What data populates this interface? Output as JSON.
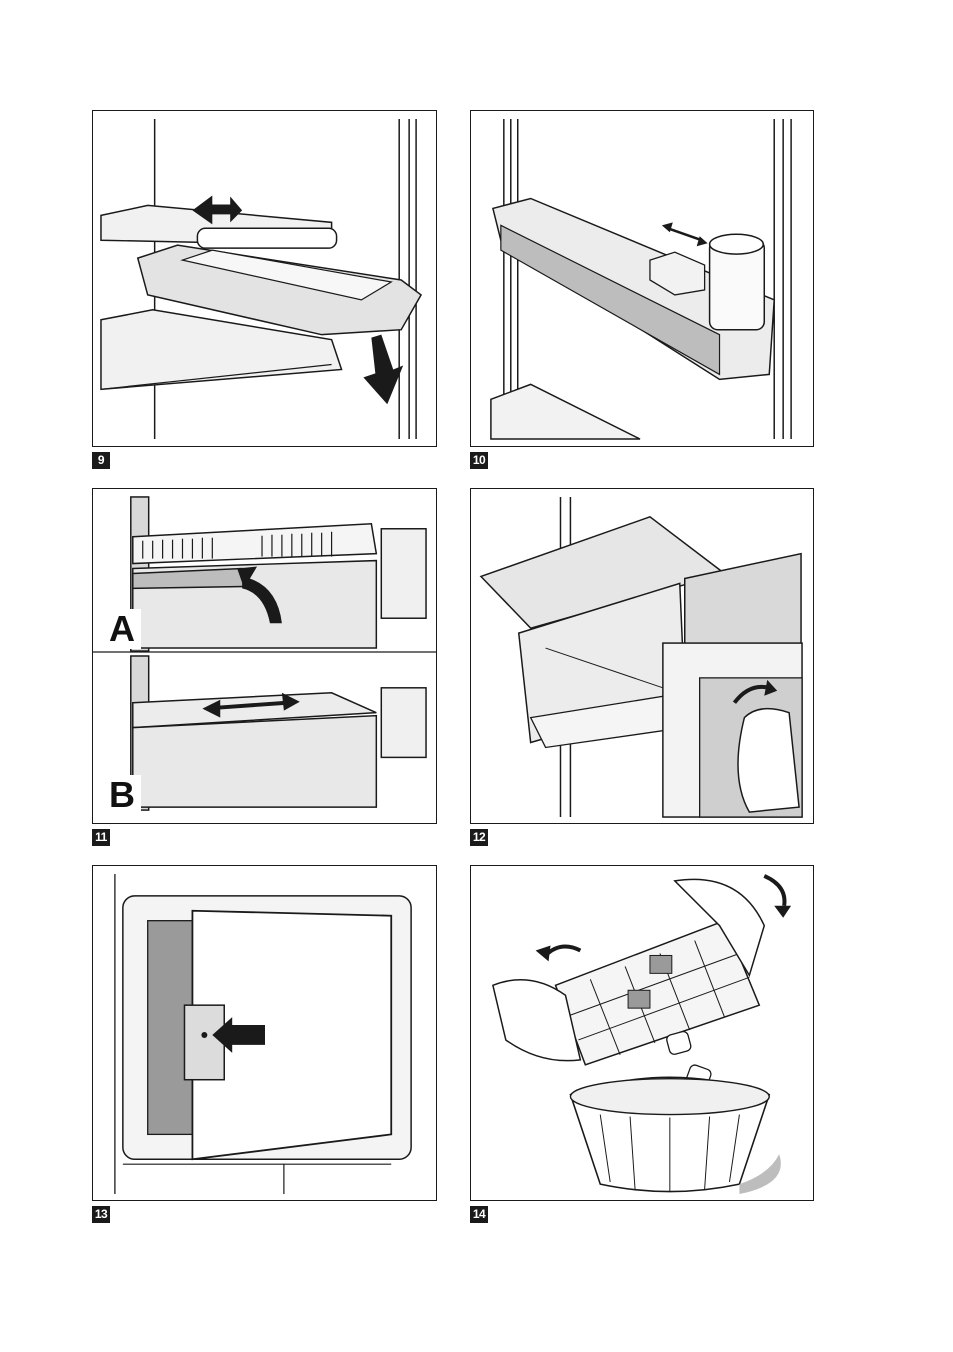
{
  "figures": [
    {
      "number": "9"
    },
    {
      "number": "10"
    },
    {
      "number": "11",
      "sub_labels": [
        "A",
        "B"
      ]
    },
    {
      "number": "12"
    },
    {
      "number": "13"
    },
    {
      "number": "14"
    }
  ],
  "colors": {
    "line": "#1a1a1a",
    "light_grey": "#e6e6e6",
    "mid_grey": "#bdbdbd",
    "dark_grey": "#8a8a8a"
  }
}
